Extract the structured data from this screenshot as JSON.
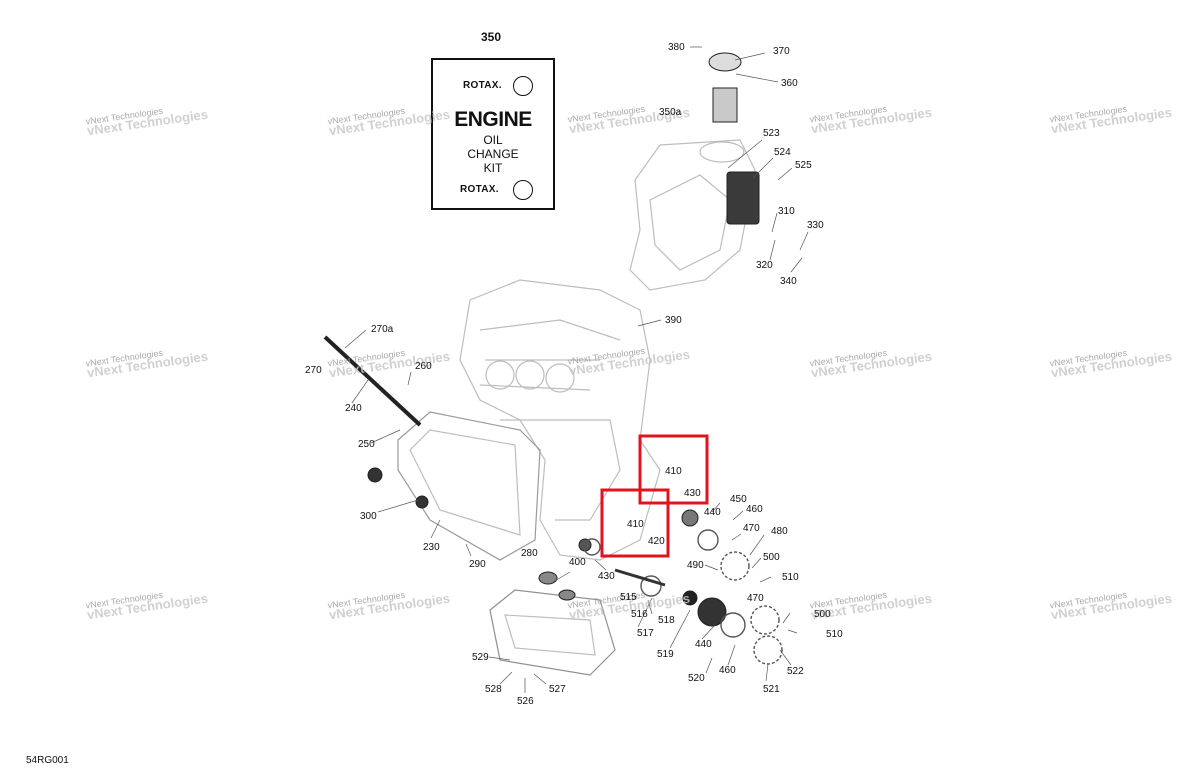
{
  "kit": {
    "part_number": "350",
    "brand_top": "ROTAX.",
    "title": "ENGINE",
    "line1": "OIL",
    "line2": "CHANGE",
    "line3": "KIT",
    "brand_bottom": "ROTAX."
  },
  "watermark": {
    "line1": "vNext Technologies",
    "line2": "vNext Technologies"
  },
  "figure_code": "54RG001",
  "highlight_color": "#e0141e",
  "callouts": [
    {
      "id": "380",
      "text": "380"
    },
    {
      "id": "370",
      "text": "370"
    },
    {
      "id": "360",
      "text": "360"
    },
    {
      "id": "350a",
      "text": "350a"
    },
    {
      "id": "523",
      "text": "523"
    },
    {
      "id": "524",
      "text": "524"
    },
    {
      "id": "525",
      "text": "525"
    },
    {
      "id": "310",
      "text": "310"
    },
    {
      "id": "330",
      "text": "330"
    },
    {
      "id": "320",
      "text": "320"
    },
    {
      "id": "340",
      "text": "340"
    },
    {
      "id": "390",
      "text": "390"
    },
    {
      "id": "270a",
      "text": "270a"
    },
    {
      "id": "270",
      "text": "270"
    },
    {
      "id": "260",
      "text": "260"
    },
    {
      "id": "240",
      "text": "240"
    },
    {
      "id": "250",
      "text": "250"
    },
    {
      "id": "300",
      "text": "300"
    },
    {
      "id": "230",
      "text": "230"
    },
    {
      "id": "290",
      "text": "290"
    },
    {
      "id": "280",
      "text": "280"
    },
    {
      "id": "410a",
      "text": "410"
    },
    {
      "id": "430a",
      "text": "430"
    },
    {
      "id": "410b",
      "text": "410"
    },
    {
      "id": "420",
      "text": "420"
    },
    {
      "id": "450",
      "text": "450"
    },
    {
      "id": "460a",
      "text": "460"
    },
    {
      "id": "440a",
      "text": "440"
    },
    {
      "id": "470a",
      "text": "470"
    },
    {
      "id": "480",
      "text": "480"
    },
    {
      "id": "490",
      "text": "490"
    },
    {
      "id": "500a",
      "text": "500"
    },
    {
      "id": "510a",
      "text": "510"
    },
    {
      "id": "400",
      "text": "400"
    },
    {
      "id": "430b",
      "text": "430"
    },
    {
      "id": "515",
      "text": "515"
    },
    {
      "id": "516",
      "text": "516"
    },
    {
      "id": "517",
      "text": "517"
    },
    {
      "id": "518",
      "text": "518"
    },
    {
      "id": "519",
      "text": "519"
    },
    {
      "id": "440b",
      "text": "440"
    },
    {
      "id": "470b",
      "text": "470"
    },
    {
      "id": "500b",
      "text": "500"
    },
    {
      "id": "510b",
      "text": "510"
    },
    {
      "id": "520",
      "text": "520"
    },
    {
      "id": "460b",
      "text": "460"
    },
    {
      "id": "521",
      "text": "521"
    },
    {
      "id": "522",
      "text": "522"
    },
    {
      "id": "529",
      "text": "529"
    },
    {
      "id": "528",
      "text": "528"
    },
    {
      "id": "527",
      "text": "527"
    },
    {
      "id": "526",
      "text": "526"
    }
  ]
}
